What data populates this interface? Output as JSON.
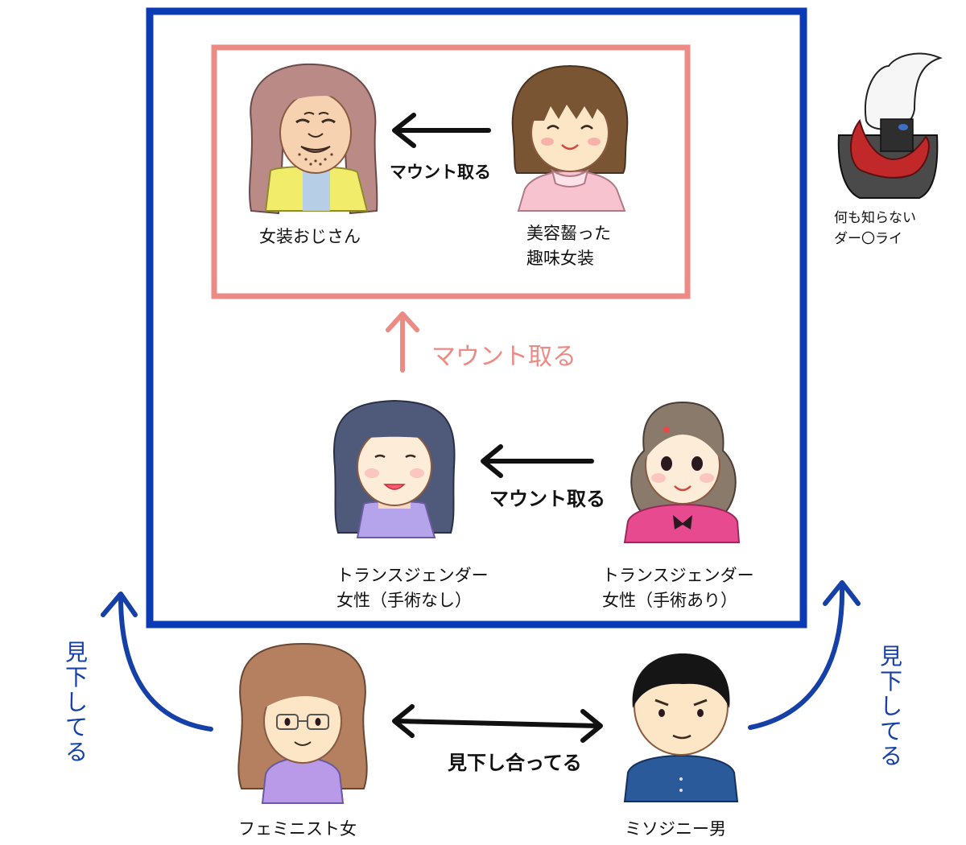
{
  "people": {
    "josou_ojisan": "女装おじさん",
    "biyou_josou": "美容齧った\n趣味女装",
    "trans_no_surgery": "トランスジェンダー\n女性（手術なし）",
    "trans_surgery": "トランスジェンダー\n女性（手術あり）",
    "feminist": "フェミニスト女",
    "misogyny": "ミソジニー男",
    "darkrai": "何も知らない\nダー〇ライ"
  },
  "relations": {
    "mount_top": "マウント取る",
    "mount_up": "マウント取る",
    "mount_mid": "マウント取る",
    "mutual_lookdown": "見下し合ってる",
    "lookdown_left": "見下してる",
    "lookdown_right": "見下してる"
  },
  "colors": {
    "outer_box": "#0a3bb5",
    "inner_box": "#ec8a84",
    "blue_arrow": "#1540a8",
    "pink_arrow": "#ec8a84"
  }
}
